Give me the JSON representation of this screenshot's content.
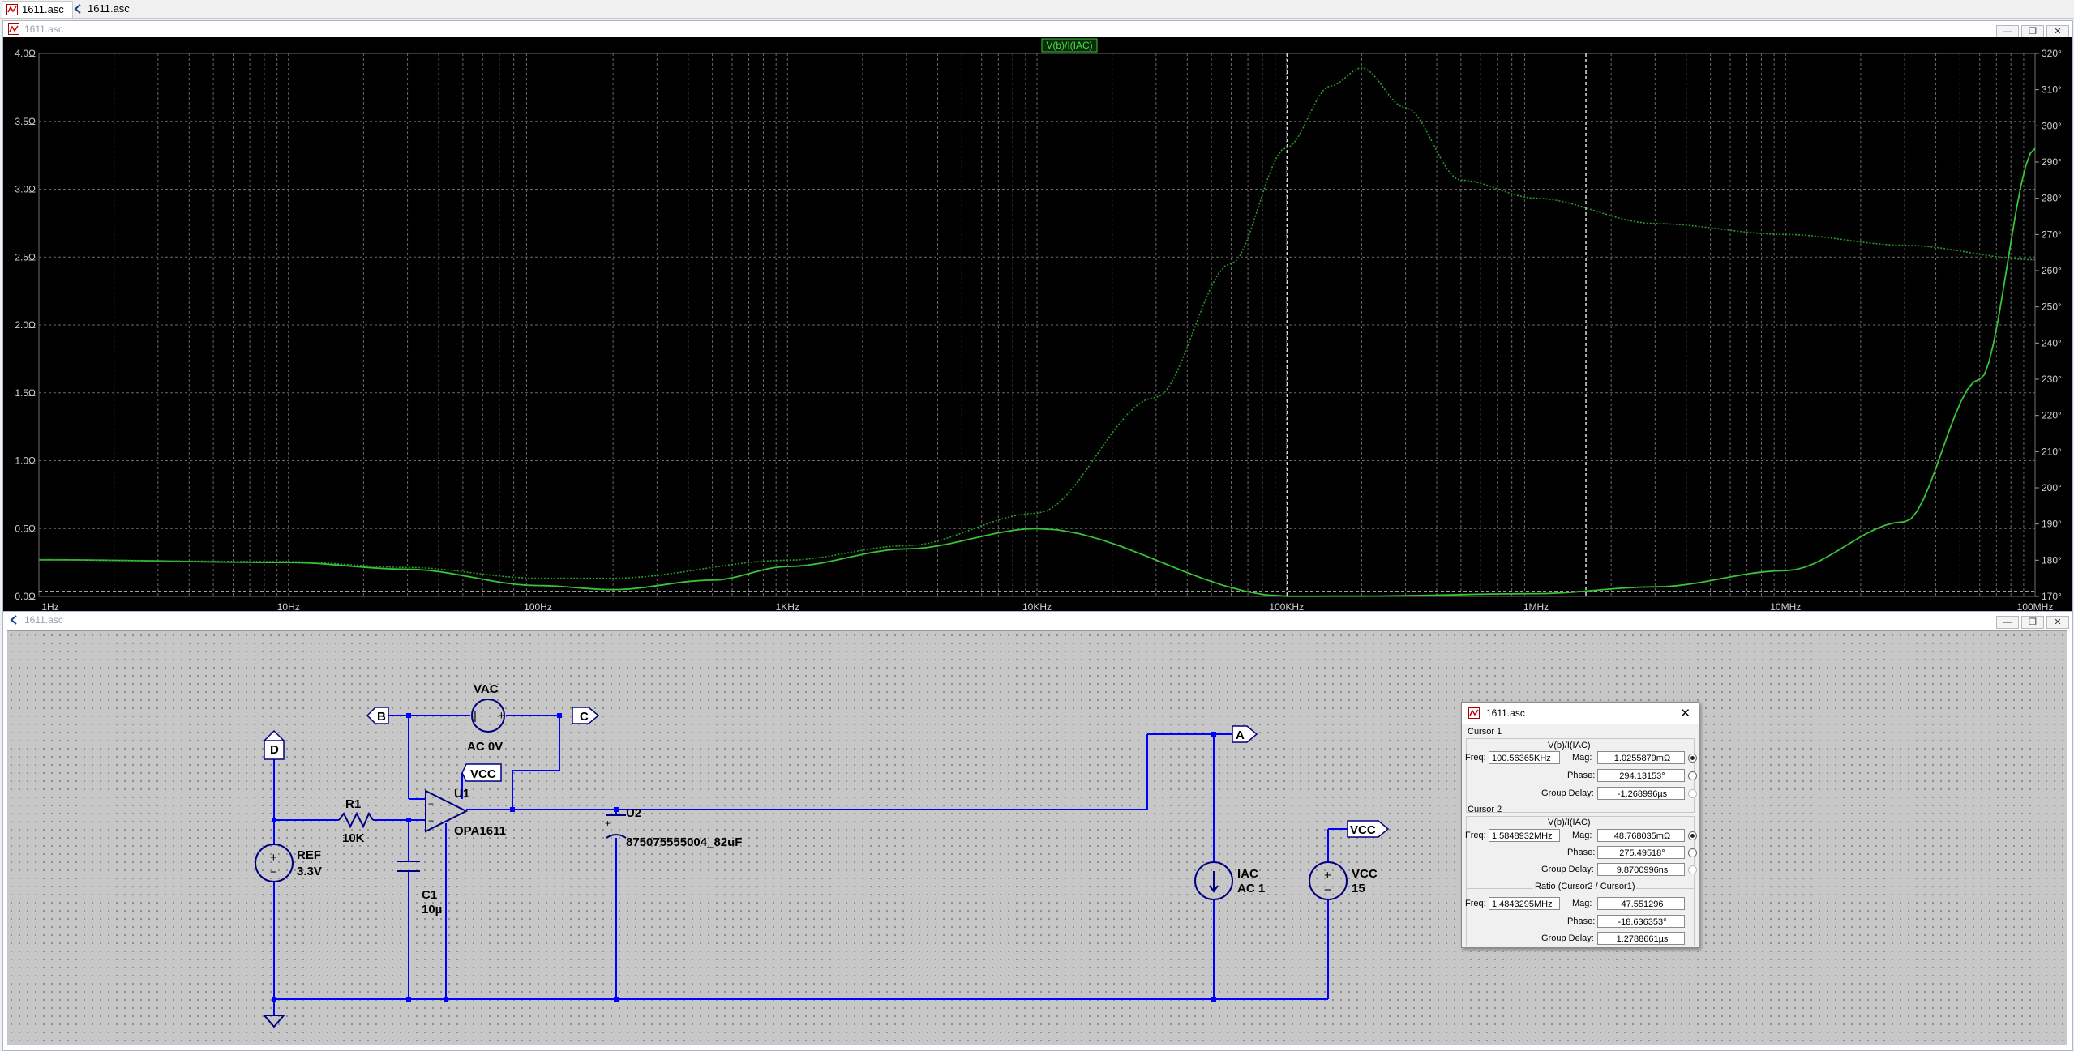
{
  "tabs": [
    {
      "label": "1611.asc",
      "icon": "waveform-icon",
      "active": true
    },
    {
      "label": "1611.asc",
      "icon": "schematic-icon",
      "active": false
    }
  ],
  "plot_window": {
    "title": "1611.asc",
    "trace_label": "V(b)/I(IAC)"
  },
  "schematic_window": {
    "title": "1611.asc"
  },
  "chart_data": {
    "type": "line",
    "title": "V(b)/I(IAC)",
    "x_scale": "log",
    "xlim": [
      1,
      100000000
    ],
    "x_ticks": [
      "1Hz",
      "10Hz",
      "100Hz",
      "1KHz",
      "10KHz",
      "100KHz",
      "1MHz",
      "10MHz",
      "100MHz"
    ],
    "y_left_ticks": [
      "4.0Ω",
      "3.5Ω",
      "3.0Ω",
      "2.5Ω",
      "2.0Ω",
      "1.5Ω",
      "1.0Ω",
      "0.5Ω",
      "0.0Ω"
    ],
    "y_left_lim": [
      0,
      4.0
    ],
    "y_right_ticks": [
      "320°",
      "310°",
      "300°",
      "290°",
      "280°",
      "270°",
      "260°",
      "250°",
      "240°",
      "230°",
      "220°",
      "210°",
      "200°",
      "190°",
      "180°",
      "170°"
    ],
    "y_right_lim": [
      170,
      320
    ],
    "grid": true,
    "cursors": [
      {
        "freq": 100563.65
      },
      {
        "freq": 1584893.2
      }
    ],
    "series": [
      {
        "axis": "left",
        "style": "solid",
        "color": "#39c339",
        "x": [
          1,
          10,
          30,
          100,
          200,
          500,
          1000,
          3000,
          10000,
          100000,
          200000,
          1000000,
          3000000,
          10000000,
          30000000,
          60000000,
          100000000
        ],
        "y": [
          0.27,
          0.25,
          0.2,
          0.08,
          0.05,
          0.12,
          0.22,
          0.35,
          0.5,
          0.001,
          0.002,
          0.02,
          0.07,
          0.19,
          0.55,
          1.6,
          3.3
        ]
      },
      {
        "axis": "right",
        "style": "dotted",
        "color": "#2a9a2a",
        "x": [
          1,
          10,
          30,
          100,
          200,
          1000,
          3000,
          10000,
          30000,
          60000,
          100000,
          150000,
          200000,
          300000,
          500000,
          1000000,
          3000000,
          10000000,
          30000000,
          100000000
        ],
        "y": [
          180.1,
          179.6,
          178.0,
          175.0,
          175.0,
          180.0,
          184.0,
          193.0,
          225.0,
          262.0,
          294.0,
          311.0,
          316.0,
          305.0,
          285.0,
          280.0,
          273.0,
          270.0,
          267.0,
          263.0
        ]
      }
    ]
  },
  "schematic": {
    "labels": {
      "vac_name": "VAC",
      "vac_value": "AC 0V",
      "r1_name": "R1",
      "r1_value": "10K",
      "c1_name": "C1",
      "c1_value": "10µ",
      "u1_name": "U1",
      "u1_value": "OPA1611",
      "u2_name": "U2",
      "u2_value": "875075555004_82uF",
      "ref_name": "REF",
      "ref_value": "3.3V",
      "iac_name": "IAC",
      "iac_value": "AC 1",
      "vcc_name": "VCC",
      "vcc_value": "15",
      "net_b": "B",
      "net_c": "C",
      "net_d": "D",
      "net_a": "A",
      "net_vcc1": "VCC",
      "net_vcc2": "VCC"
    },
    "wire_color": "#0000ff",
    "component_color": "#000080"
  },
  "cursor_dialog": {
    "title": "1611.asc",
    "cursor1": {
      "heading": "Cursor 1",
      "expr": "V(b)/I(IAC)",
      "freq_label": "Freq:",
      "freq": "100.56365KHz",
      "mag_label": "Mag:",
      "mag": "1.0255879mΩ",
      "phase_label": "Phase:",
      "phase": "294.13153°",
      "gd_label": "Group Delay:",
      "gd": "-1.268996µs"
    },
    "cursor2": {
      "heading": "Cursor 2",
      "expr": "V(b)/I(IAC)",
      "freq_label": "Freq:",
      "freq": "1.5848932MHz",
      "mag_label": "Mag:",
      "mag": "48.768035mΩ",
      "phase_label": "Phase:",
      "phase": "275.49518°",
      "gd_label": "Group Delay:",
      "gd": "9.8700996ns"
    },
    "ratio": {
      "heading": "Ratio (Cursor2 / Cursor1)",
      "freq_label": "Freq:",
      "freq": "1.4843295MHz",
      "mag_label": "Mag:",
      "mag": "47.551296",
      "phase_label": "Phase:",
      "phase": "-18.636353°",
      "gd_label": "Group Delay:",
      "gd": "1.2788661µs"
    }
  }
}
